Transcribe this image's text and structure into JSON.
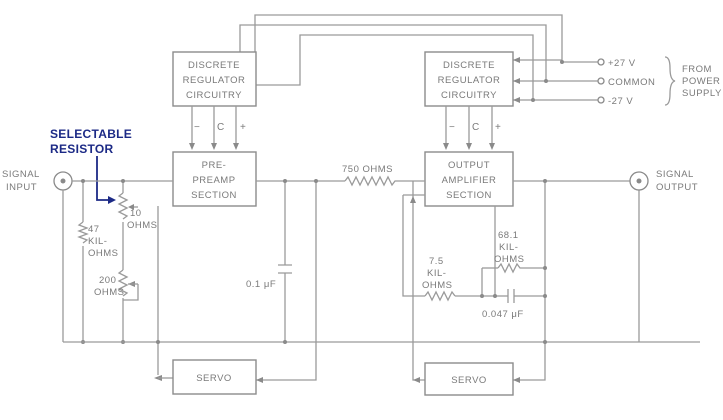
{
  "blocks": {
    "regulator_left": [
      "DISCRETE",
      "REGULATOR",
      "CIRCUITRY"
    ],
    "regulator_right": [
      "DISCRETE",
      "REGULATOR",
      "CIRCUITRY"
    ],
    "preamp": [
      "PRE-",
      "PREAMP",
      "SECTION"
    ],
    "output_amp": [
      "OUTPUT",
      "AMPLIFIER",
      "SECTION"
    ],
    "servo_left": "SERVO",
    "servo_right": "SERVO"
  },
  "rails": {
    "minus": "−",
    "common": "C",
    "plus": "+"
  },
  "power": {
    "plus": "+27 V",
    "common": "COMMON",
    "minus": "-27 V",
    "from": [
      "FROM",
      "POWER",
      "SUPPLY"
    ]
  },
  "io": {
    "input": [
      "SIGNAL",
      "INPUT"
    ],
    "output": [
      "SIGNAL",
      "OUTPUT"
    ]
  },
  "callout": [
    "SELECTABLE",
    "RESISTOR"
  ],
  "components": {
    "r_10": [
      "10",
      "OHMS"
    ],
    "r_47k": [
      "47",
      "KIL-",
      "OHMS"
    ],
    "r_200": [
      "200",
      "OHMS"
    ],
    "c_01": "0.1 μF",
    "r_750": "750 OHMS",
    "r_7_5k": [
      "7.5",
      "KIL-",
      "OHMS"
    ],
    "r_68_1k": [
      "68.1",
      "KIL-",
      "OHMS"
    ],
    "c_047": "0.047 μF"
  }
}
